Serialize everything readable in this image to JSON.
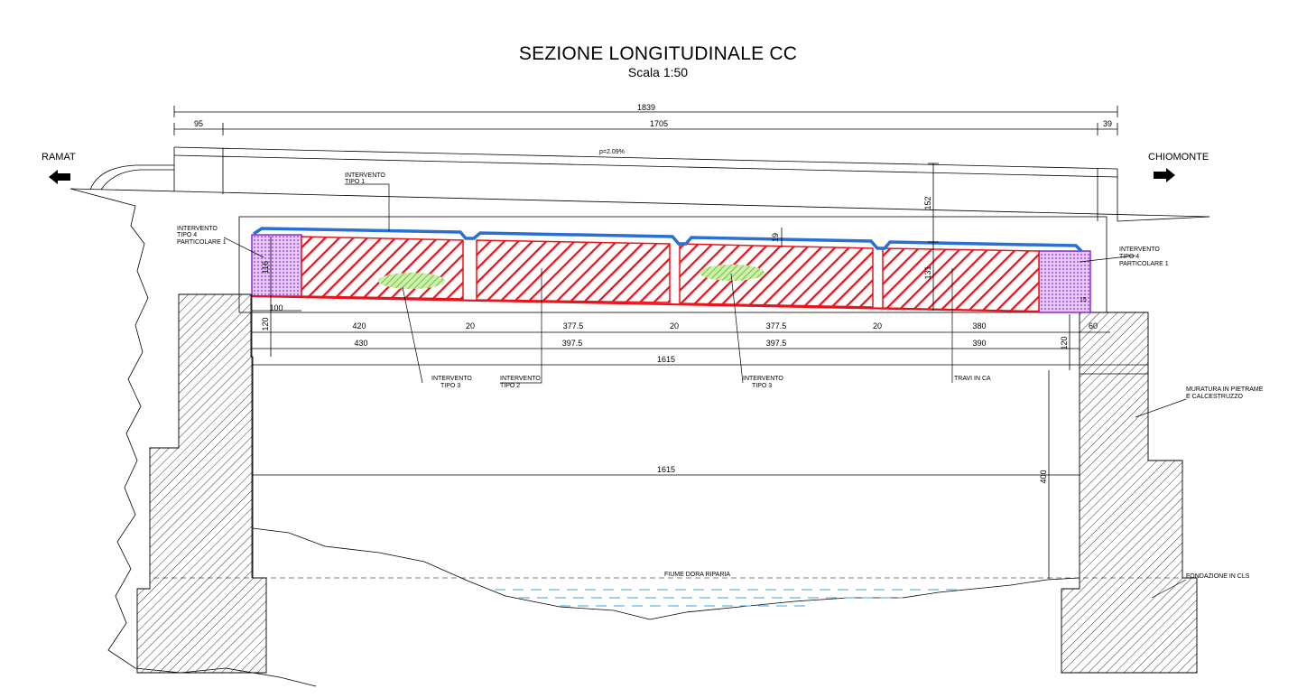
{
  "title": "SEZIONE LONGITUDINALE CC",
  "scale": "Scala 1:50",
  "directions": {
    "left": "RAMAT",
    "right": "CHIOMONTE"
  },
  "slope": "p=2.09%",
  "dimensions": {
    "total": "1839",
    "left_offset": "95",
    "main": "1705",
    "right_offset": "39",
    "deck_height": "152",
    "slab": "19",
    "beam_height": "131",
    "block_height": "116",
    "block_width": "100",
    "bearing_left": "120",
    "bearing_right": "120",
    "span_a": [
      "420",
      "20",
      "377.5",
      "20",
      "377.5",
      "20",
      "380",
      "60"
    ],
    "span_b": [
      "430",
      "397.5",
      "397.5",
      "390"
    ],
    "span_total": "1615",
    "clear_span": "1615",
    "clearance": "400",
    "small_right": "15"
  },
  "labels": {
    "tipo1": [
      "INTERVENTO",
      "TIPO 1"
    ],
    "tipo4_left": [
      "INTERVENTO",
      "TIPO 4",
      "PARTICOLARE 1"
    ],
    "tipo4_right": [
      "INTERVENTO",
      "TIPO 4",
      "PARTICOLARE 1"
    ],
    "tipo3_a": [
      "INTERVENTO",
      "TIPO 3"
    ],
    "tipo2": [
      "INTERVENTO",
      "TIPO 2"
    ],
    "tipo3_b": [
      "INTERVENTO",
      "TIPO 3"
    ],
    "travi": "TRAVI IN CA",
    "muratura": [
      "MURATURA IN PIETRAME",
      "E CALCESTRUZZO"
    ],
    "fiume": "FIUME DORA RIPARIA",
    "fondazione": "FONDAZIONE IN CLS"
  },
  "colors": {
    "beam": "#e8141c",
    "overlay": "#2a6fd6",
    "masonry_block": "#8a2bd6",
    "intervention3": "#6ac72e",
    "water": "#3aa6d8"
  }
}
